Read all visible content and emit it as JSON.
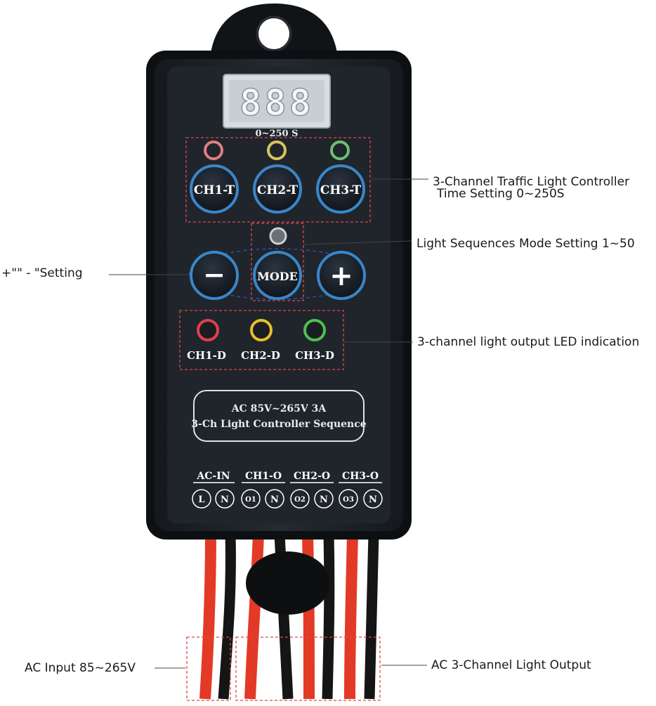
{
  "display": {
    "digits": "888",
    "range_label": "0~250 S"
  },
  "buttons": {
    "ch1_t": "CH1-T",
    "ch2_t": "CH2-T",
    "ch3_t": "CH3-T",
    "minus": "−",
    "mode": "MODE",
    "plus": "+"
  },
  "leds": {
    "top_colors": [
      "#e07f7f",
      "#d8c35a",
      "#6fbf73"
    ],
    "mode_led_color": "#cfcfcf",
    "output_colors": [
      "#e0404a",
      "#e6c02a",
      "#4fbf50"
    ],
    "output_labels": [
      "CH1-D",
      "CH2-D",
      "CH3-D"
    ]
  },
  "rating_plate": {
    "line1": "AC 85V~265V   3A",
    "line2": "3-Ch Light Controller Sequence"
  },
  "terminals": {
    "groups": [
      "AC-IN",
      "CH1-O",
      "CH2-O",
      "CH3-O"
    ],
    "pins": [
      "L",
      "N",
      "O1",
      "N",
      "O2",
      "N",
      "O3",
      "N"
    ]
  },
  "callouts": {
    "traffic_line1": "3-Channel Traffic Light Controller",
    "traffic_line2": "Time Setting 0~250S",
    "mode_setting": "Light Sequences Mode Setting 1~50",
    "plus_minus": "+\"\" - \"Setting",
    "led_indication": "3-channel light output LED indication",
    "ac_input": "AC Input 85~265V",
    "ac_output": "AC 3-Channel Light Output"
  },
  "colors": {
    "body": "#1c2126",
    "button_blue": "#3a86c8",
    "wire_red": "#e23a26",
    "wire_black": "#151515",
    "dashed_red": "#e04848"
  }
}
